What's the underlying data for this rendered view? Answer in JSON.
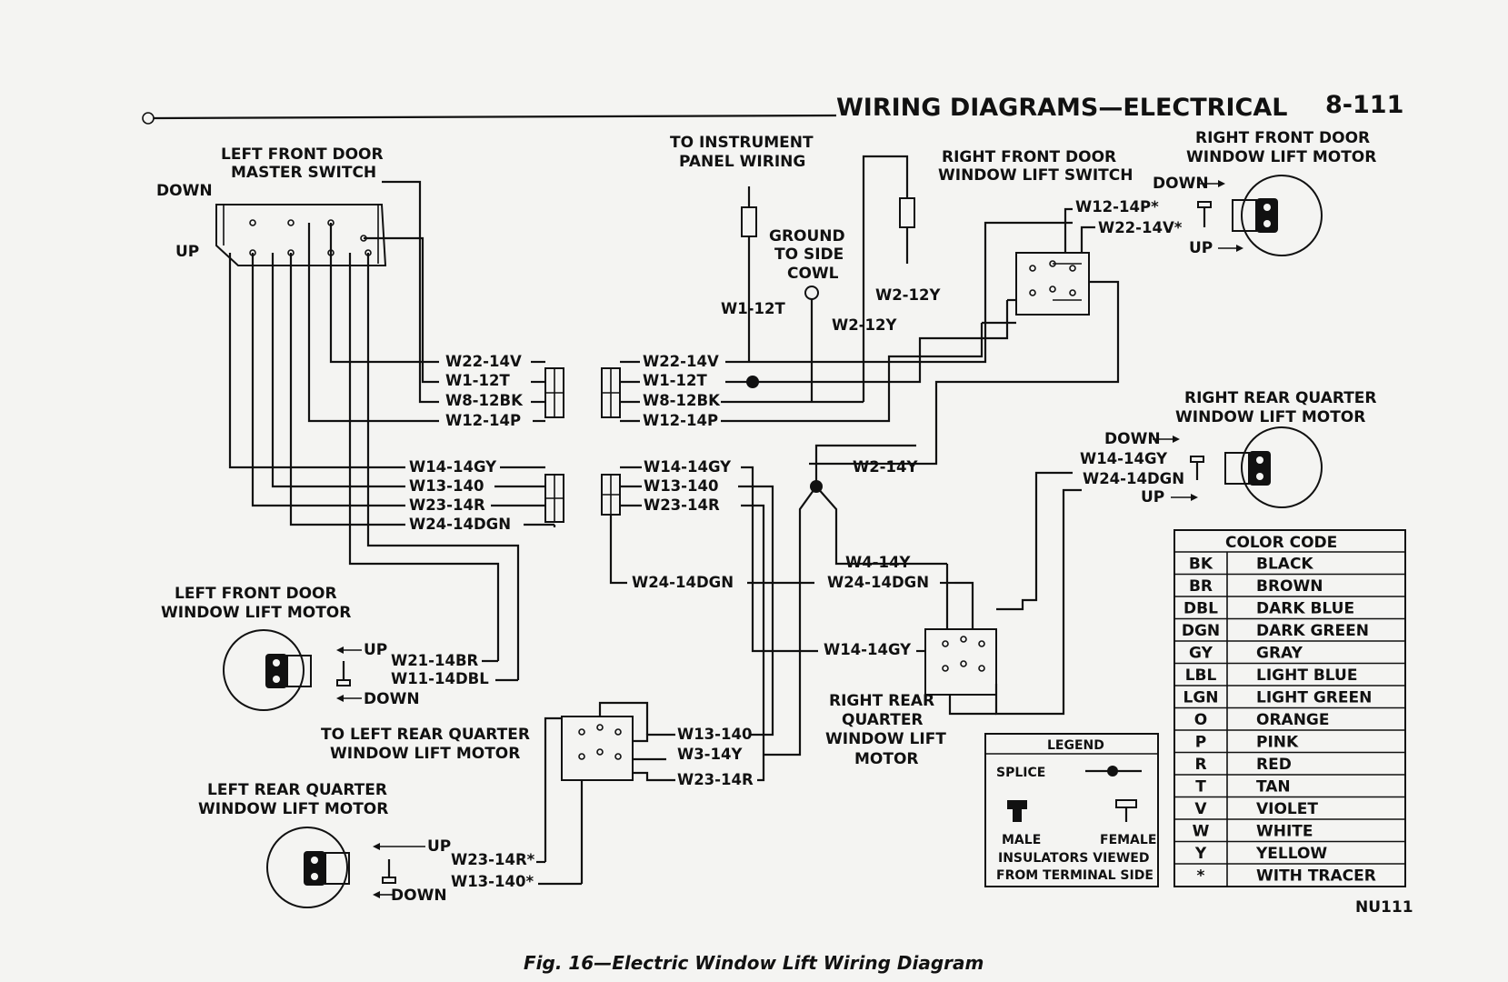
{
  "header": {
    "title": "WIRING DIAGRAMS—ELECTRICAL",
    "page_number": "8-111"
  },
  "labels": {
    "lf_master_switch": [
      "LEFT FRONT DOOR",
      "MASTER SWITCH"
    ],
    "down": "DOWN",
    "up": "UP",
    "to_instrument_panel": [
      "TO INSTRUMENT",
      "PANEL WIRING"
    ],
    "ground": [
      "GROUND",
      "TO SIDE",
      "COWL"
    ],
    "rf_switch": [
      "RIGHT FRONT DOOR",
      "WINDOW LIFT SWITCH"
    ],
    "rf_motor": [
      "RIGHT FRONT DOOR",
      "WINDOW LIFT MOTOR"
    ],
    "rr_quarter_motor": [
      "RIGHT REAR QUARTER",
      "WINDOW LIFT MOTOR"
    ],
    "lf_motor": [
      "LEFT FRONT DOOR",
      "WINDOW LIFT MOTOR"
    ],
    "to_lr_quarter": [
      "TO LEFT REAR QUARTER",
      "WINDOW LIFT MOTOR"
    ],
    "lr_quarter_motor": [
      "LEFT REAR QUARTER",
      "WINDOW LIFT MOTOR"
    ],
    "rr_quarter_switch": [
      "RIGHT REAR",
      "QUARTER",
      "WINDOW LIFT",
      "MOTOR"
    ]
  },
  "wires": {
    "w22_14v": "W22-14V",
    "w1_12t": "W1-12T",
    "w8_12bk": "W8-12BK",
    "w12_14p": "W12-14P",
    "w14_14gy": "W14-14GY",
    "w13_140": "W13-140",
    "w23_14r": "W23-14R",
    "w24_14dgn": "W24-14DGN",
    "w2_12y": "W2-12Y",
    "w2_14y": "W2-14Y",
    "w4_14y": "W4-14Y",
    "w3_14y": "W3-14Y",
    "w21_14br": "W21-14BR",
    "w11_14dbl": "W11-14DBL",
    "w12_14p_star": "W12-14P*",
    "w22_14v_star": "W22-14V*",
    "w23_14r_star": "W23-14R*",
    "w13_140_star": "W13-140*",
    "w24_14dgn_r": "W24-14DGN"
  },
  "legend": {
    "title": "LEGEND",
    "splice": "SPLICE",
    "male": "MALE",
    "female": "FEMALE",
    "note": [
      "INSULATORS VIEWED",
      "FROM TERMINAL SIDE"
    ]
  },
  "color_code": {
    "title": "COLOR CODE",
    "rows": [
      {
        "code": "BK",
        "name": "BLACK"
      },
      {
        "code": "BR",
        "name": "BROWN"
      },
      {
        "code": "DBL",
        "name": "DARK BLUE"
      },
      {
        "code": "DGN",
        "name": "DARK GREEN"
      },
      {
        "code": "GY",
        "name": "GRAY"
      },
      {
        "code": "LBL",
        "name": "LIGHT BLUE"
      },
      {
        "code": "LGN",
        "name": "LIGHT GREEN"
      },
      {
        "code": "O",
        "name": "ORANGE"
      },
      {
        "code": "P",
        "name": "PINK"
      },
      {
        "code": "R",
        "name": "RED"
      },
      {
        "code": "T",
        "name": "TAN"
      },
      {
        "code": "V",
        "name": "VIOLET"
      },
      {
        "code": "W",
        "name": "WHITE"
      },
      {
        "code": "Y",
        "name": "YELLOW"
      },
      {
        "code": "*",
        "name": "WITH TRACER"
      }
    ]
  },
  "figure_id": "NU111",
  "caption": "Fig. 16—Electric Window Lift Wiring Diagram"
}
